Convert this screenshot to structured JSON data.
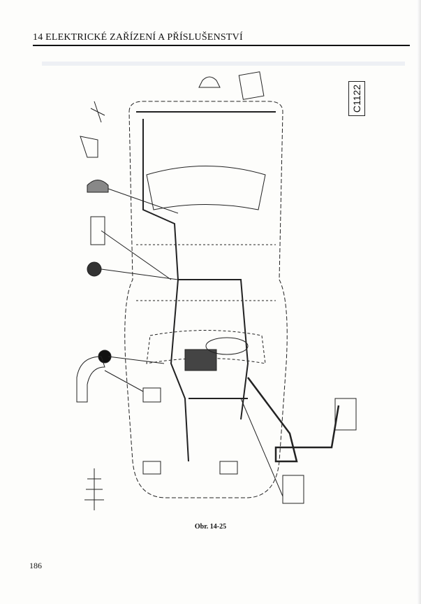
{
  "header": {
    "title": "14   ELEKTRICKÉ ZAŘÍZENÍ A PŘÍSLUŠENSTVÍ"
  },
  "figure": {
    "code": "C1122",
    "caption": "Obr. 14-25"
  },
  "footer": {
    "page_number": "186"
  }
}
